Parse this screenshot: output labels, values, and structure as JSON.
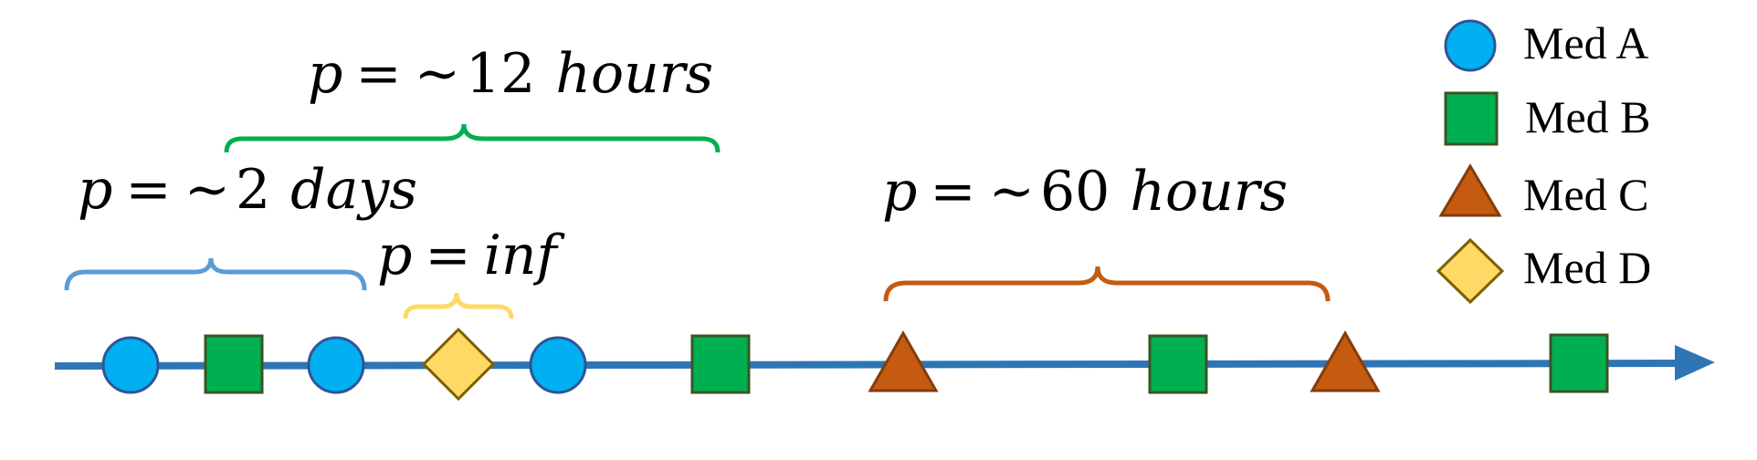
{
  "colors": {
    "timeline": "#2e75b6",
    "med_a_fill": "#00b0f0",
    "med_a_stroke": "#2f5597",
    "med_b_fill": "#00b050",
    "med_b_stroke": "#375623",
    "med_c_fill": "#c55a11",
    "med_c_stroke": "#843c0c",
    "med_d_fill": "#ffd966",
    "med_d_stroke": "#7f6000",
    "brace_blue": "#5b9bd5",
    "brace_green": "#00b050",
    "brace_yellow": "#ffd966",
    "brace_orange": "#c55a11"
  },
  "legend": [
    {
      "label": "Med A",
      "shape": "circle-icon"
    },
    {
      "label": "Med B",
      "shape": "square-icon"
    },
    {
      "label": "Med C",
      "shape": "triangle-icon"
    },
    {
      "label": "Med D",
      "shape": "diamond-icon"
    }
  ],
  "annotations": {
    "green": {
      "var": "p",
      "eq": "=",
      "tilde": "~",
      "num": "12",
      "unit": "hours"
    },
    "blue": {
      "var": "p",
      "eq": "=",
      "tilde": "~",
      "num": "2",
      "unit": "days"
    },
    "yellow": {
      "var": "p",
      "eq": "=",
      "unit": "inf"
    },
    "orange": {
      "var": "p",
      "eq": "=",
      "tilde": "~",
      "num": "60",
      "unit": "hours"
    }
  },
  "timeline_events": [
    "Med A",
    "Med B",
    "Med A",
    "Med D",
    "Med A",
    "Med B",
    "Med C",
    "Med B",
    "Med C",
    "Med B"
  ]
}
